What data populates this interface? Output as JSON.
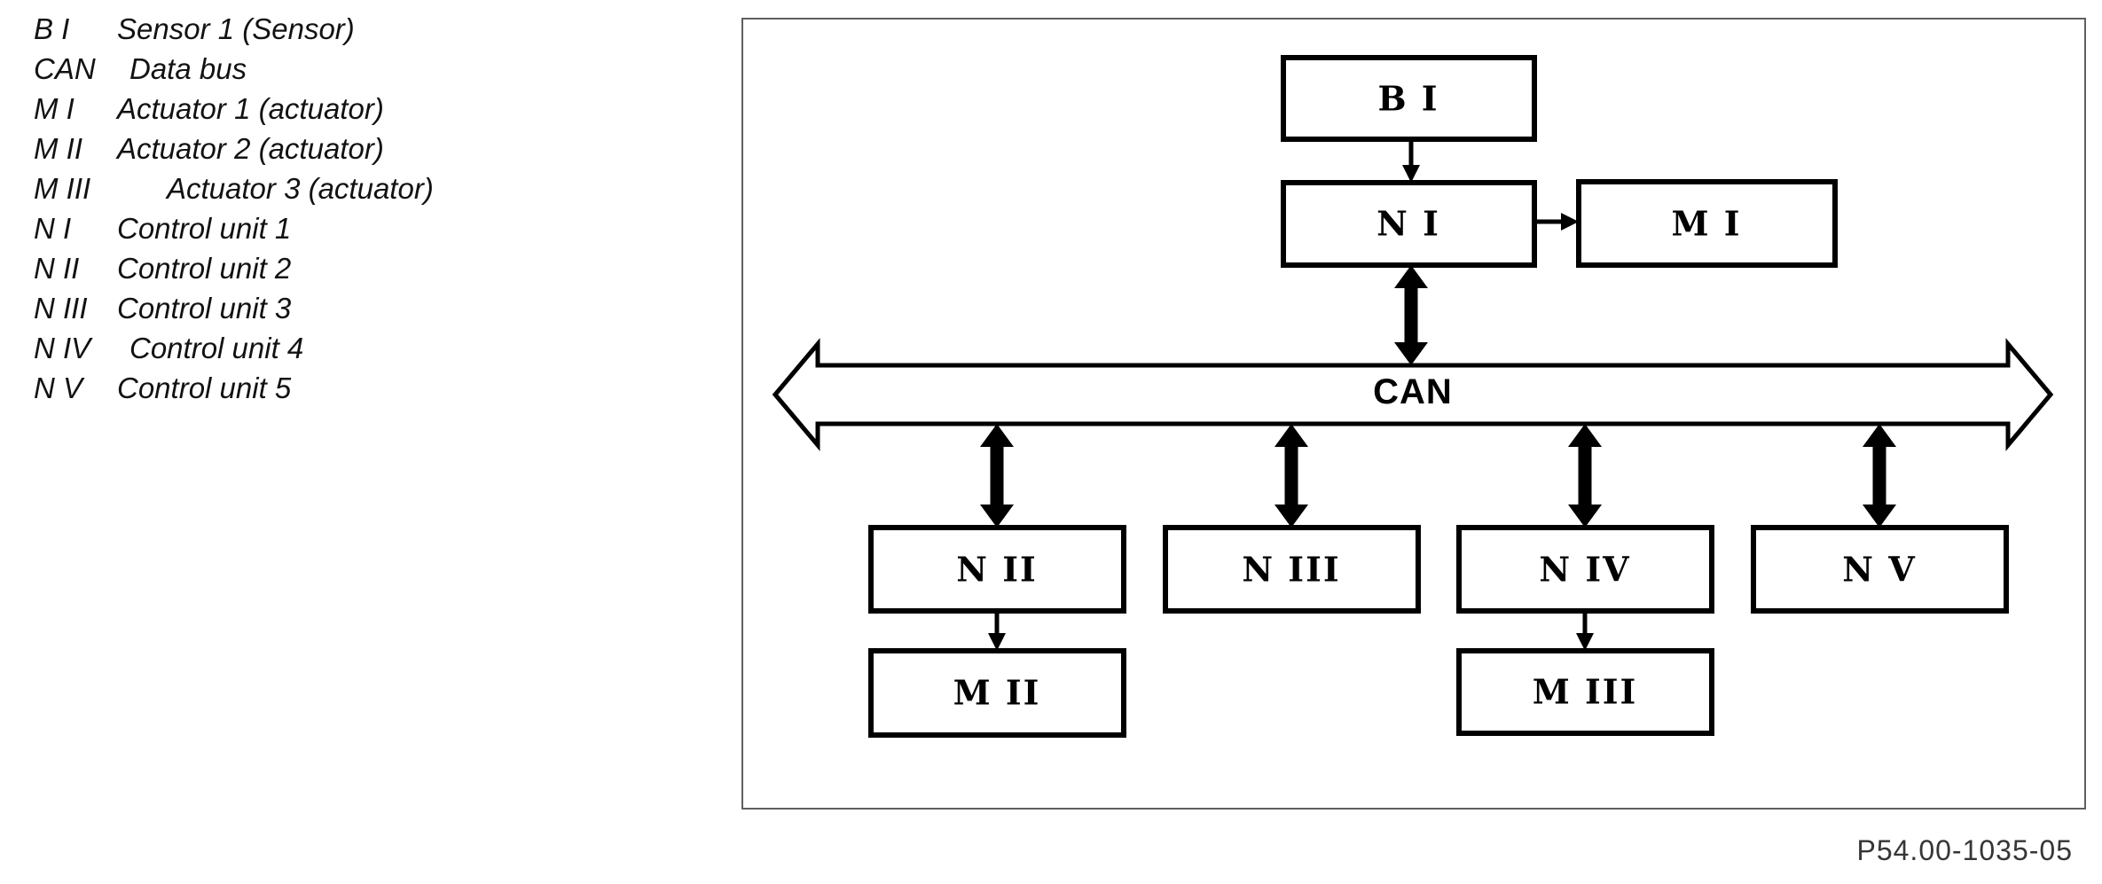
{
  "legend": {
    "items": [
      {
        "key": "B I",
        "desc": "Sensor 1 (Sensor)"
      },
      {
        "key": "CAN",
        "desc": "Data bus"
      },
      {
        "key": "M I",
        "desc": "Actuator 1 (actuator)"
      },
      {
        "key": "M II",
        "desc": "Actuator 2 (actuator)"
      },
      {
        "key": "M III",
        "desc": "Actuator 3 (actuator)"
      },
      {
        "key": "N I",
        "desc": "Control unit 1"
      },
      {
        "key": "N II",
        "desc": "Control unit 2"
      },
      {
        "key": "N III",
        "desc": "Control unit 3"
      },
      {
        "key": "N IV",
        "desc": "Control unit 4"
      },
      {
        "key": "N V",
        "desc": "Control unit 5"
      }
    ]
  },
  "diagram": {
    "bus_label": "CAN",
    "nodes": [
      {
        "id": "b1",
        "label": "B I"
      },
      {
        "id": "n1",
        "label": "N I"
      },
      {
        "id": "m1",
        "label": "M I"
      },
      {
        "id": "n2",
        "label": "N II"
      },
      {
        "id": "n3",
        "label": "N III"
      },
      {
        "id": "n4",
        "label": "N IV"
      },
      {
        "id": "n5",
        "label": "N V"
      },
      {
        "id": "m2",
        "label": "M II"
      },
      {
        "id": "m3",
        "label": "M III"
      }
    ],
    "colors": {
      "line": "#000000",
      "frame_border": "#5f5f5f",
      "background": "#ffffff"
    }
  },
  "footer": {
    "figure_number": "P54.00-1035-05"
  }
}
